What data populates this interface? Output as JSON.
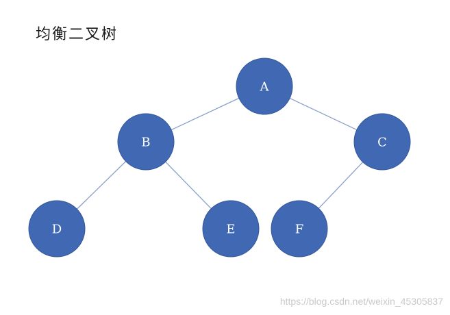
{
  "title": "均衡二叉树",
  "watermark": "https://blog.csdn.net/weixin_45305837",
  "colors": {
    "node_fill": "#4068b3",
    "edge": "#8a9fc9",
    "label": "#ffffff"
  },
  "tree": {
    "nodes": [
      {
        "id": "A",
        "label": "A"
      },
      {
        "id": "B",
        "label": "B"
      },
      {
        "id": "C",
        "label": "C"
      },
      {
        "id": "D",
        "label": "D"
      },
      {
        "id": "E",
        "label": "E"
      },
      {
        "id": "F",
        "label": "F"
      }
    ],
    "edges": [
      {
        "from": "A",
        "to": "B"
      },
      {
        "from": "A",
        "to": "C"
      },
      {
        "from": "B",
        "to": "D"
      },
      {
        "from": "B",
        "to": "E"
      },
      {
        "from": "C",
        "to": "F"
      }
    ]
  }
}
